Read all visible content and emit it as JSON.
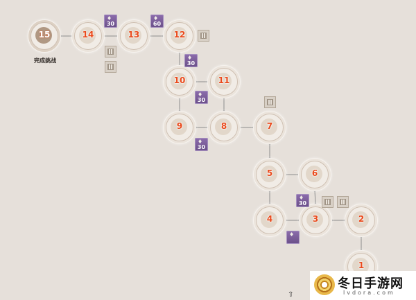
{
  "final_label": "完成挑战",
  "colors": {
    "background": "#e6e0da",
    "node_number": "#ea4a1c",
    "reward_badge": "#7b5e9a",
    "connector": "#8c8c8c"
  },
  "nodes": [
    {
      "number": "15",
      "icon": "final-challenge-icon"
    },
    {
      "number": "14",
      "icon": "crossed-swords-icon"
    },
    {
      "number": "13",
      "icon": "crossed-swords-icon"
    },
    {
      "number": "12",
      "icon": "treasure-chest-icon"
    },
    {
      "number": "11",
      "icon": "crossed-swords-icon"
    },
    {
      "number": "10",
      "icon": "crossed-swords-icon"
    },
    {
      "number": "9",
      "icon": "mystery-event-icon"
    },
    {
      "number": "8",
      "icon": "crossed-swords-icon"
    },
    {
      "number": "7",
      "icon": "treasure-chest-icon"
    },
    {
      "number": "6",
      "icon": "crossed-swords-icon"
    },
    {
      "number": "5",
      "icon": "crossed-swords-icon"
    },
    {
      "number": "4",
      "icon": "mystery-event-icon"
    },
    {
      "number": "3",
      "icon": "crossed-swords-icon"
    },
    {
      "number": "2",
      "icon": "mystery-event-icon"
    },
    {
      "number": "1",
      "icon": "mystery-event-icon"
    }
  ],
  "rewards": [
    {
      "amount": "30",
      "icon": "currency-icon"
    },
    {
      "amount": "60",
      "icon": "currency-icon"
    },
    {
      "amount": "30",
      "icon": "currency-icon"
    },
    {
      "amount": "30",
      "icon": "currency-icon"
    },
    {
      "amount": "30",
      "icon": "currency-icon"
    },
    {
      "amount": "30",
      "icon": "currency-icon"
    },
    {
      "amount": "",
      "icon": "currency-icon"
    }
  ],
  "watermark": {
    "title": "冬日手游网",
    "url": "lvdora.com"
  }
}
